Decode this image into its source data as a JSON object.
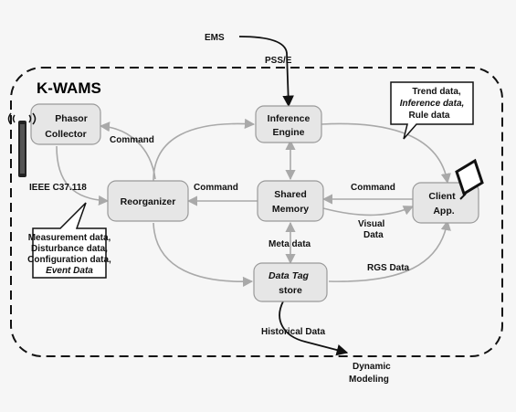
{
  "title": "K-WAMS",
  "external": {
    "ems": "EMS",
    "pss": "PSS/E",
    "dynamic_line1": "Dynamic",
    "dynamic_line2": "Modeling"
  },
  "nodes": {
    "phasor_line1": "Phasor",
    "phasor_line2": "Collector",
    "inference_line1": "Inference",
    "inference_line2": "Engine",
    "reorganizer": "Reorganizer",
    "shared_line1": "Shared",
    "shared_line2": "Memory",
    "client_line1": "Client",
    "client_line2": "App.",
    "datatag_line1": "Data Tag",
    "datatag_line2": "store"
  },
  "edge_labels": {
    "command_top": "Command",
    "command_mid": "Command",
    "command_right": "Command",
    "ieee": "IEEE C37.118",
    "visual_line1": "Visual",
    "visual_line2": "Data",
    "meta": "Meta data",
    "rgs": "RGS Data",
    "historical": "Historical Data"
  },
  "callouts": {
    "trend": [
      "Trend data,",
      "Inference data,",
      "Rule data"
    ],
    "measurement": [
      "Measurement data,",
      "Disturbance data,",
      "Configuration data,",
      "Event Data"
    ]
  },
  "colors": {
    "node_fill": "#e6e6e6",
    "node_stroke": "#9a9a9a",
    "arrow": "#a9a9a9",
    "ink": "#111111"
  }
}
